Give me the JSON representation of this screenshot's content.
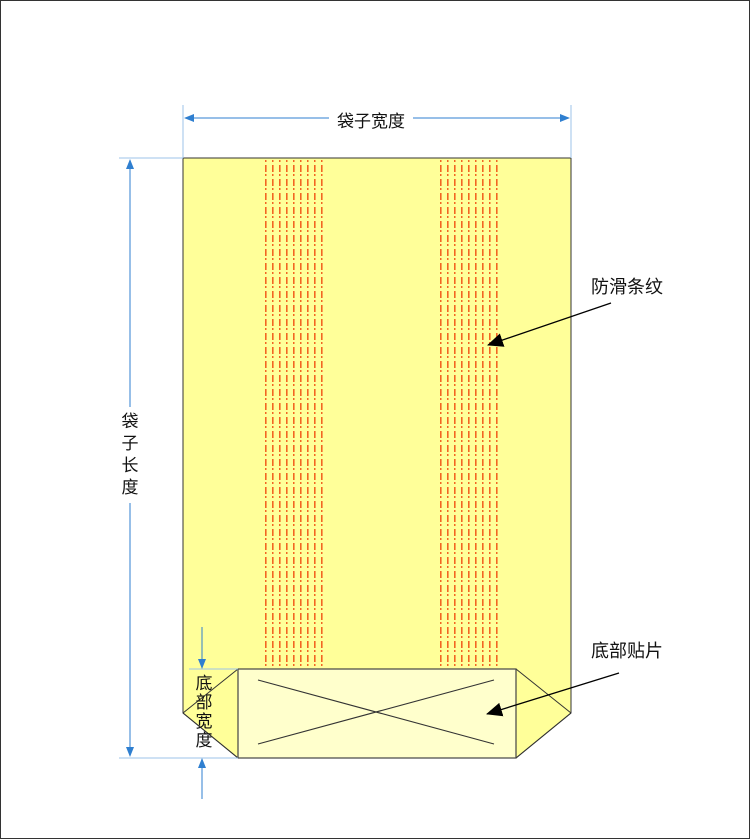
{
  "labels": {
    "bag_width": "袋子宽度",
    "bag_length": "袋子长度",
    "anti_slip_stripes": "防滑条纹",
    "bottom_patch": "底部贴片",
    "bottom_width": "底部宽度"
  },
  "colors": {
    "bag_fill": "#ffff99",
    "patch_fill": "#ffffcc",
    "stripe": "#f26522",
    "dimension_line": "#2f7fd0",
    "outline": "#333333"
  }
}
